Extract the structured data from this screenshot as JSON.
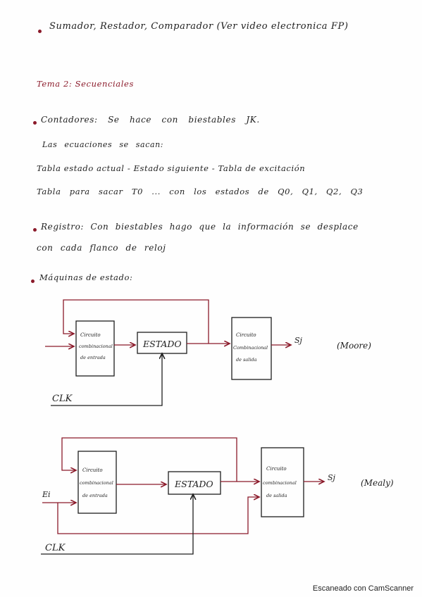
{
  "notes": {
    "line1": "Sumador, Restador, Comparador (Ver video electronica FP)",
    "topic_heading": "Tema 2: Secuenciales",
    "contadores": "Contadores: Se hace con biestables JK.",
    "ecuaciones": "Las ecuaciones se sacan:",
    "tabla1": "Tabla estado actual - Estado siguiente - Tabla de excitación",
    "tabla2": "Tabla para sacar T0 ... con los estados de Q0, Q1, Q2, Q3",
    "registro": "Registro: Con biestables hago que la información se desplace",
    "registro2": "con cada flanco de reloj",
    "maquinas": "Máquinas de estado:"
  },
  "diagram_moore": {
    "box_input_lines": [
      "Circuito",
      "combinacional",
      "de entrada"
    ],
    "estado": "ESTADO",
    "box_output_lines": [
      "Circuito",
      "Combinacional",
      "de salida"
    ],
    "output": "Sj",
    "clk": "CLK",
    "label": "(Moore)"
  },
  "diagram_mealy": {
    "input": "Ei",
    "box_input_lines": [
      "Circuito",
      "combinacional",
      "de entrada"
    ],
    "estado": "ESTADO",
    "box_output_lines": [
      "Circuito",
      "combinacional",
      "de salida"
    ],
    "output": "Sj",
    "clk": "CLK",
    "label": "(Mealy)"
  },
  "footer": "Escaneado con CamScanner",
  "colors": {
    "ink": "#1e1e1e",
    "red_ink": "#8b1a2a"
  }
}
